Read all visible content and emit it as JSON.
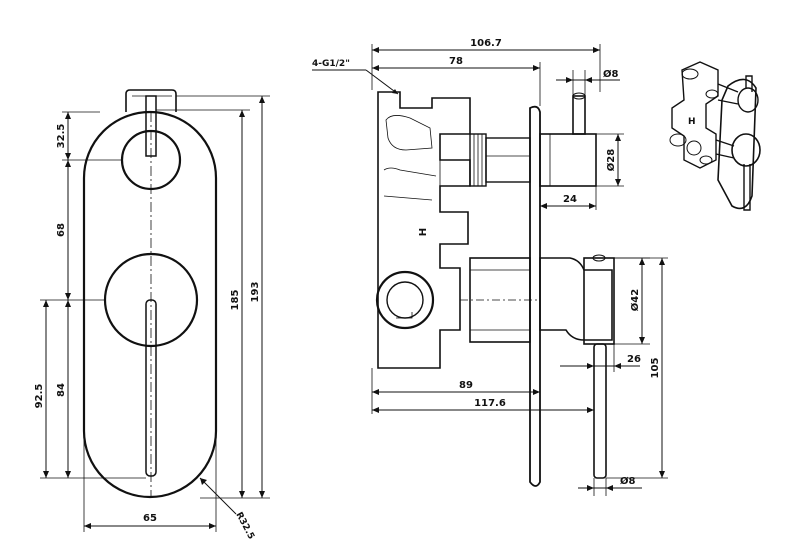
{
  "front_view": {
    "dims": {
      "d_32_5": "32.5",
      "d_68": "68",
      "d_92_5": "92.5",
      "d_84": "84",
      "d_185": "185",
      "d_193": "193",
      "d_65": "65",
      "d_r32_5": "R32.5"
    }
  },
  "side_view": {
    "dims": {
      "d_106_7": "106.7",
      "d_78": "78",
      "d_thread": "4-G1/2\"",
      "d_dia8_top": "Ø8",
      "d_dia28": "Ø28",
      "d_24": "24",
      "d_dia42": "Ø42",
      "d_26": "26",
      "d_105": "105",
      "d_89": "89",
      "d_117_6": "117.6",
      "d_dia8_bottom": "Ø8"
    },
    "body_letter": "H"
  },
  "iso_view": {
    "body_letter": "H"
  }
}
